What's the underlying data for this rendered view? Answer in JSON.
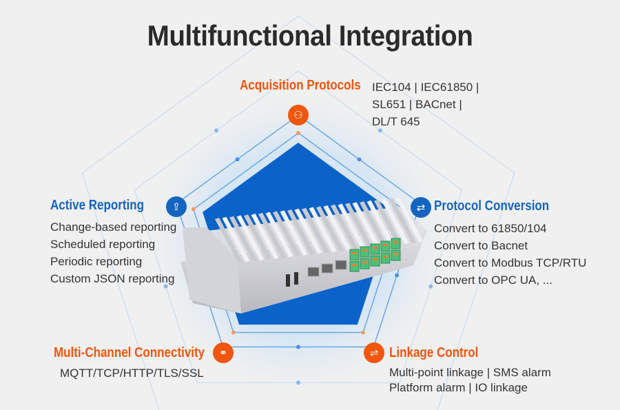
{
  "title": "Multifunctional Integration",
  "sections": {
    "acquisition": {
      "heading": "Acquisition Protocols",
      "lines": [
        "IEC104 | IEC61850 |",
        "SL651 | BACnet |",
        "DL/T 645"
      ]
    },
    "reporting": {
      "heading": "Active Reporting",
      "lines": [
        "Change-based reporting",
        "Scheduled reporting",
        "Periodic reporting",
        "Custom JSON reporting"
      ]
    },
    "conversion": {
      "heading": "Protocol Conversion",
      "lines": [
        "Convert to 61850/104",
        "Convert to Bacnet",
        "Convert to Modbus TCP/RTU",
        "Convert to OPC UA, ..."
      ]
    },
    "connectivity": {
      "heading": "Multi-Channel Connectivity",
      "lines": [
        "MQTT/TCP/HTTP/TLS/SSL"
      ]
    },
    "linkage": {
      "heading": "Linkage Control",
      "lines": [
        "Multi-point linkage | SMS alarm",
        "Platform alarm | IO linkage"
      ]
    }
  },
  "colors": {
    "orange": "#f0560d",
    "blue": "#1565c0",
    "fill": "#0b63c9"
  }
}
